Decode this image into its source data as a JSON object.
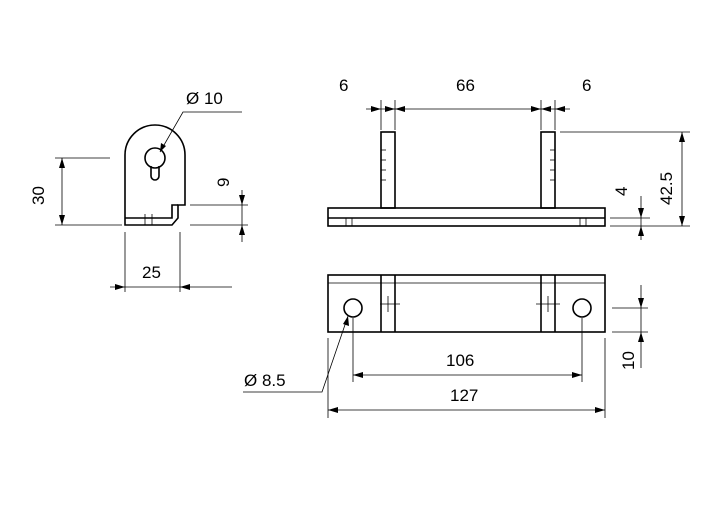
{
  "dimensions": {
    "hole_dia_top": "Ø 10",
    "height_30": "30",
    "height_9": "9",
    "width_25": "25",
    "flange_6_left": "6",
    "span_66": "66",
    "flange_6_right": "6",
    "thickness_4": "4",
    "height_42_5": "42.5",
    "hole_dia_bottom": "Ø 8.5",
    "hole_spacing_106": "106",
    "length_127": "127",
    "width_10": "10"
  },
  "colors": {
    "line": "#000000",
    "background": "#ffffff"
  }
}
